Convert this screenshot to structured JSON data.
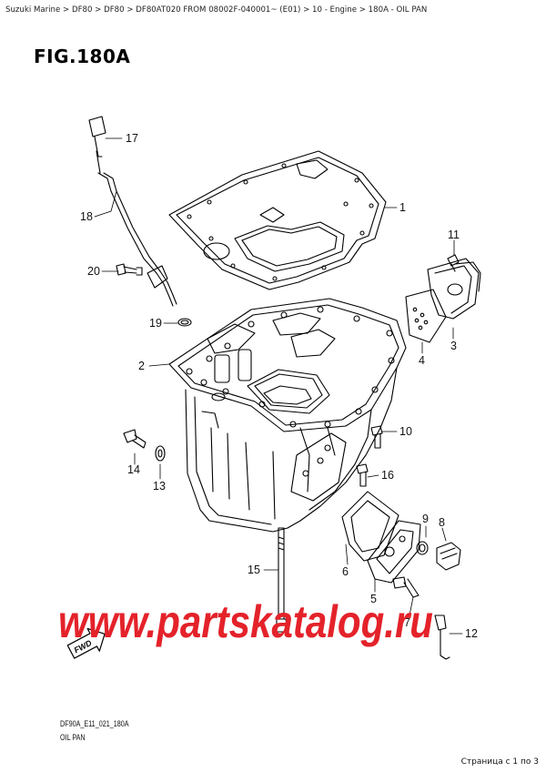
{
  "breadcrumb": "Suzuki Marine > DF80 > DF80 > DF80AT020 FROM 08002F-040001~ (E01) > 10 - Engine > 180A - OIL PAN",
  "figure_title": "FIG.180A",
  "callouts": {
    "c1": "1",
    "c2": "2",
    "c3": "3",
    "c4": "4",
    "c5": "5",
    "c6": "6",
    "c7": "7",
    "c8": "8",
    "c9": "9",
    "c10": "10",
    "c11": "11",
    "c12": "12",
    "c13": "13",
    "c14": "14",
    "c15": "15",
    "c16": "16",
    "c17": "17",
    "c18": "18",
    "c19": "19",
    "c20": "20"
  },
  "fwd_label": "FWD",
  "watermark": "www.partskatalog.ru",
  "diagram_code": "DF90A_E11_021_180A",
  "part_name": "OIL PAN",
  "pager": "Страница с 1 по 3",
  "colors": {
    "watermark": "#e4222a",
    "line": "#000000"
  }
}
